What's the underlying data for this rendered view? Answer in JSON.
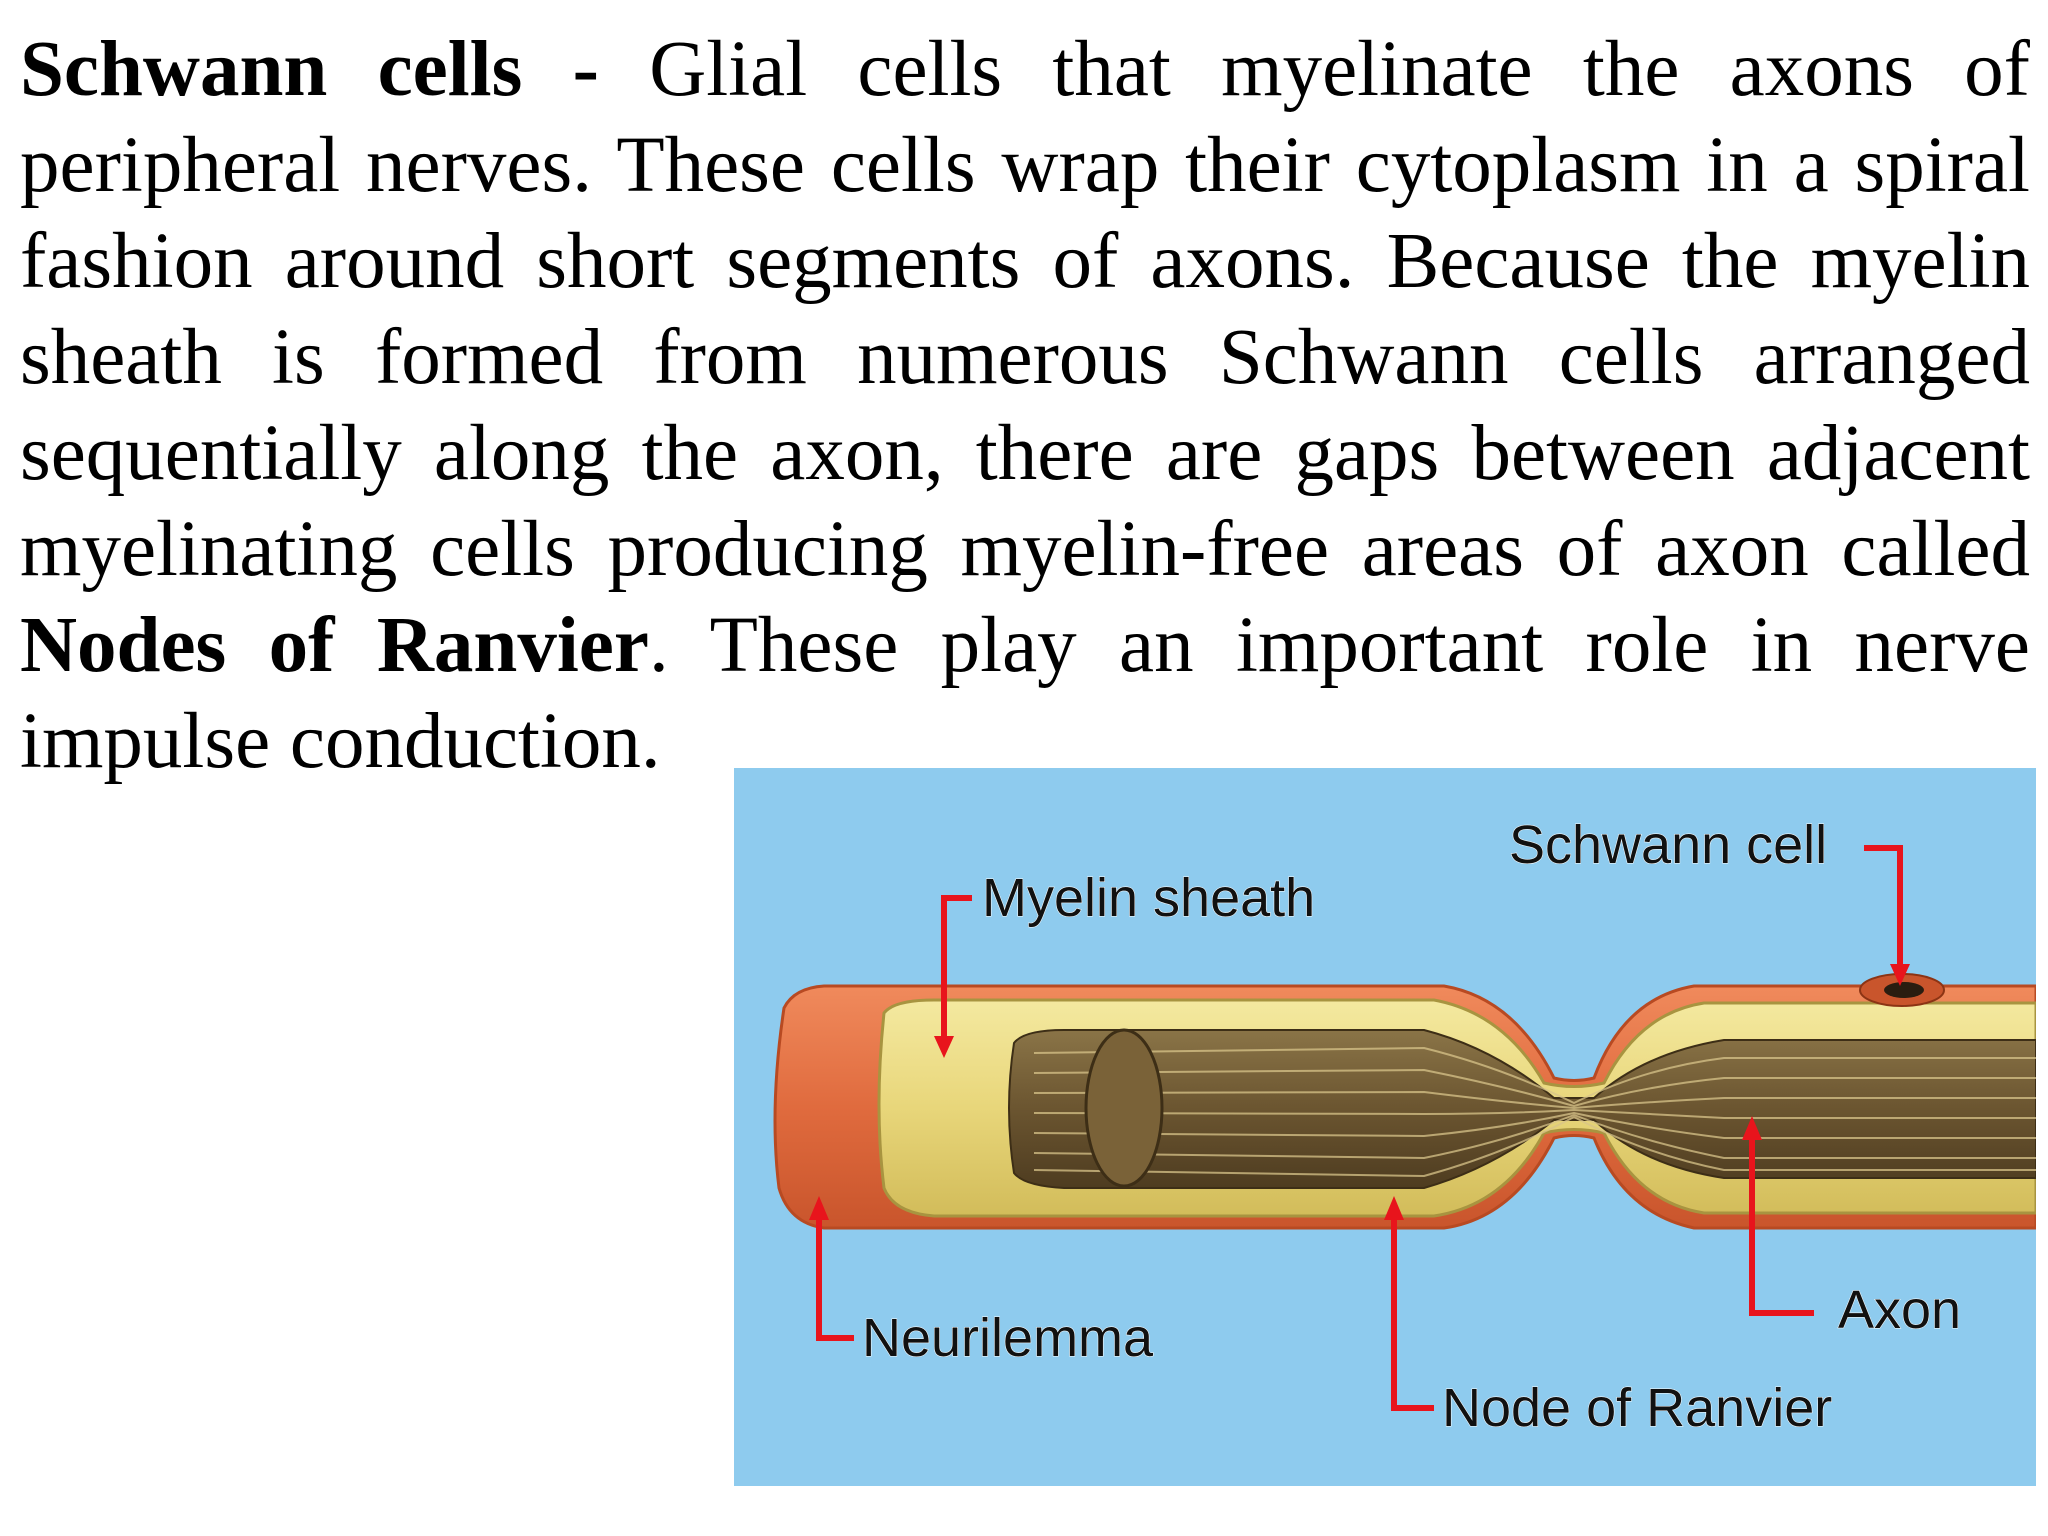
{
  "text": {
    "term_schwann": "Schwann cells -",
    "part1": " Glial cells that myelinate the axons of peripheral nerves. These cells wrap their cytoplasm in a spiral fashion around short segments of axons. Because the myelin sheath is formed from numerous Schwann cells arranged sequentially along the axon, there are gaps between adjacent myelinating cells producing myelin-free areas of axon called ",
    "term_nodes": "Nodes of Ranvier",
    "part2": ". These play an important role in nerve impulse conduction."
  },
  "diagram": {
    "labels": {
      "myelin_sheath": "Myelin sheath",
      "schwann_cell": "Schwann cell",
      "neurilemma": "Neurilemma",
      "node_of_ranvier": "Node of Ranvier",
      "axon": "Axon"
    },
    "colors": {
      "background": "#8ecbee",
      "neurilemma": "#e8784e",
      "myelin": "#e8d67a",
      "axon_fibers": "#6b5530",
      "pointer": "#e8141c"
    }
  }
}
